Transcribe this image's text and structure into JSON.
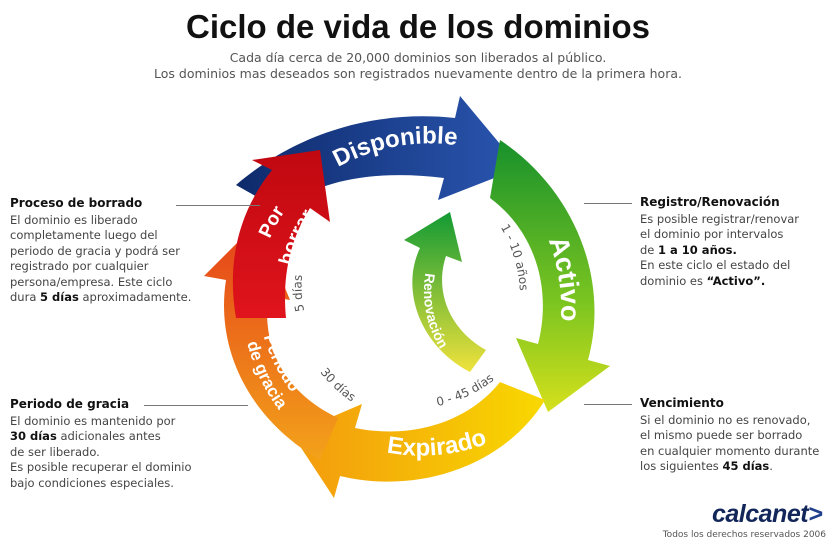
{
  "title": "Ciclo de vida de los dominios",
  "subtitle": [
    "Cada día cerca de 20,000 dominios son liberados al público.",
    "Los dominios mas deseados son registrados nuevamente dentro de la primera hora."
  ],
  "arrows": {
    "disponible": {
      "label": "Disponible",
      "colors": [
        "#1c3f8f",
        "#0e2a6b"
      ]
    },
    "activo": {
      "label": "Activo",
      "colors": [
        "#1a9a2e",
        "#b8d82a"
      ]
    },
    "expirado": {
      "label": "Expirado",
      "colors": [
        "#f5c400",
        "#f29a10"
      ]
    },
    "periodo": {
      "label_lines": [
        "Periodo",
        "de gracia"
      ],
      "colors": [
        "#e8501a",
        "#f0a020"
      ]
    },
    "porborrar": {
      "label_lines": [
        "Por",
        "borrar"
      ],
      "colors": [
        "#e8101a",
        "#c80a10"
      ]
    },
    "renovacion": {
      "label": "Renovación",
      "colors": [
        "#19a038",
        "#f2e040"
      ]
    }
  },
  "durations": {
    "activo": "1 - 10 años",
    "expirado": "0 - 45 días",
    "periodo": "30 días",
    "porborrar": "5 días"
  },
  "blocks": {
    "borrado": {
      "heading": "Proceso de borrado",
      "lines": [
        "El dominio es liberado",
        "completamente luego del",
        "periodo de gracia y podrá ser",
        "registrado por cualquier",
        "persona/empresa. Este ciclo"
      ],
      "last_pre": "dura ",
      "last_bold": "5 días",
      "last_post": " aproximadamente."
    },
    "gracia": {
      "heading": "Periodo de gracia",
      "line1": "El dominio es mantenido por",
      "line2_bold": "30 días",
      "line2_post": " adicionales antes",
      "line3": "de ser liberado.",
      "line4": "Es posible recuperar el dominio",
      "line5": "bajo condiciones especiales."
    },
    "registro": {
      "heading": "Registro/Renovación",
      "line1": "Es posible registrar/renovar",
      "line2": "el dominio por intervalos",
      "line3_pre": "de ",
      "line3_bold": "1 a 10 años.",
      "line4": "En este ciclo el estado del",
      "line5_pre": "dominio es ",
      "line5_bold": "“Activo”."
    },
    "vencimiento": {
      "heading": "Vencimiento",
      "line1": "Si el dominio no es renovado,",
      "line2": "el mismo puede ser borrado",
      "line3": "en cualquier momento durante",
      "line4_pre": "los siguientes ",
      "line4_bold": "45 días",
      "line4_post": "."
    }
  },
  "logo": {
    "text": "calcanet",
    "chevron": ">"
  },
  "copyright": "Todos los derechos reservados 2006"
}
